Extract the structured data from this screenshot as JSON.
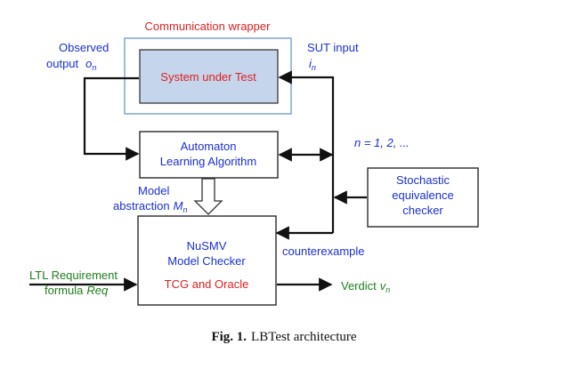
{
  "wrapper": {
    "title": "Communication wrapper"
  },
  "sut": {
    "label": "System under Test"
  },
  "observed_output": {
    "line1": "Observed",
    "line2_text": "output",
    "line2_var": "o",
    "line2_sub": "n"
  },
  "sut_input": {
    "line1": "SUT input",
    "var": "i",
    "sub": "n"
  },
  "learning": {
    "line1": "Automaton",
    "line2": "Learning Algorithm"
  },
  "n_values": {
    "text": "n = 1, 2, ..."
  },
  "model_abstraction": {
    "line1": "Model",
    "line2_text": "abstraction",
    "line2_var": "M",
    "line2_sub": "n"
  },
  "stochastic": {
    "line1": "Stochastic",
    "line2": "equivalence",
    "line3": "checker"
  },
  "nusmv": {
    "line1": "NuSMV",
    "line2": "Model Checker",
    "line3": "TCG and Oracle"
  },
  "counterexample": {
    "label": "counterexample"
  },
  "ltl": {
    "line1": "LTL Requirement",
    "line2_text": "formula",
    "line2_var": "Req"
  },
  "verdict": {
    "text": "Verdict",
    "var": "v",
    "sub": "n"
  },
  "caption": {
    "prefix": "Fig. 1.",
    "text": "LBTest architecture"
  },
  "colors": {
    "blue": "#1a2fd6",
    "red": "#e02020",
    "green": "#1e7e1e",
    "sut_fill": "#c4d5ec",
    "wrapper_stroke": "#7fa6d6"
  }
}
